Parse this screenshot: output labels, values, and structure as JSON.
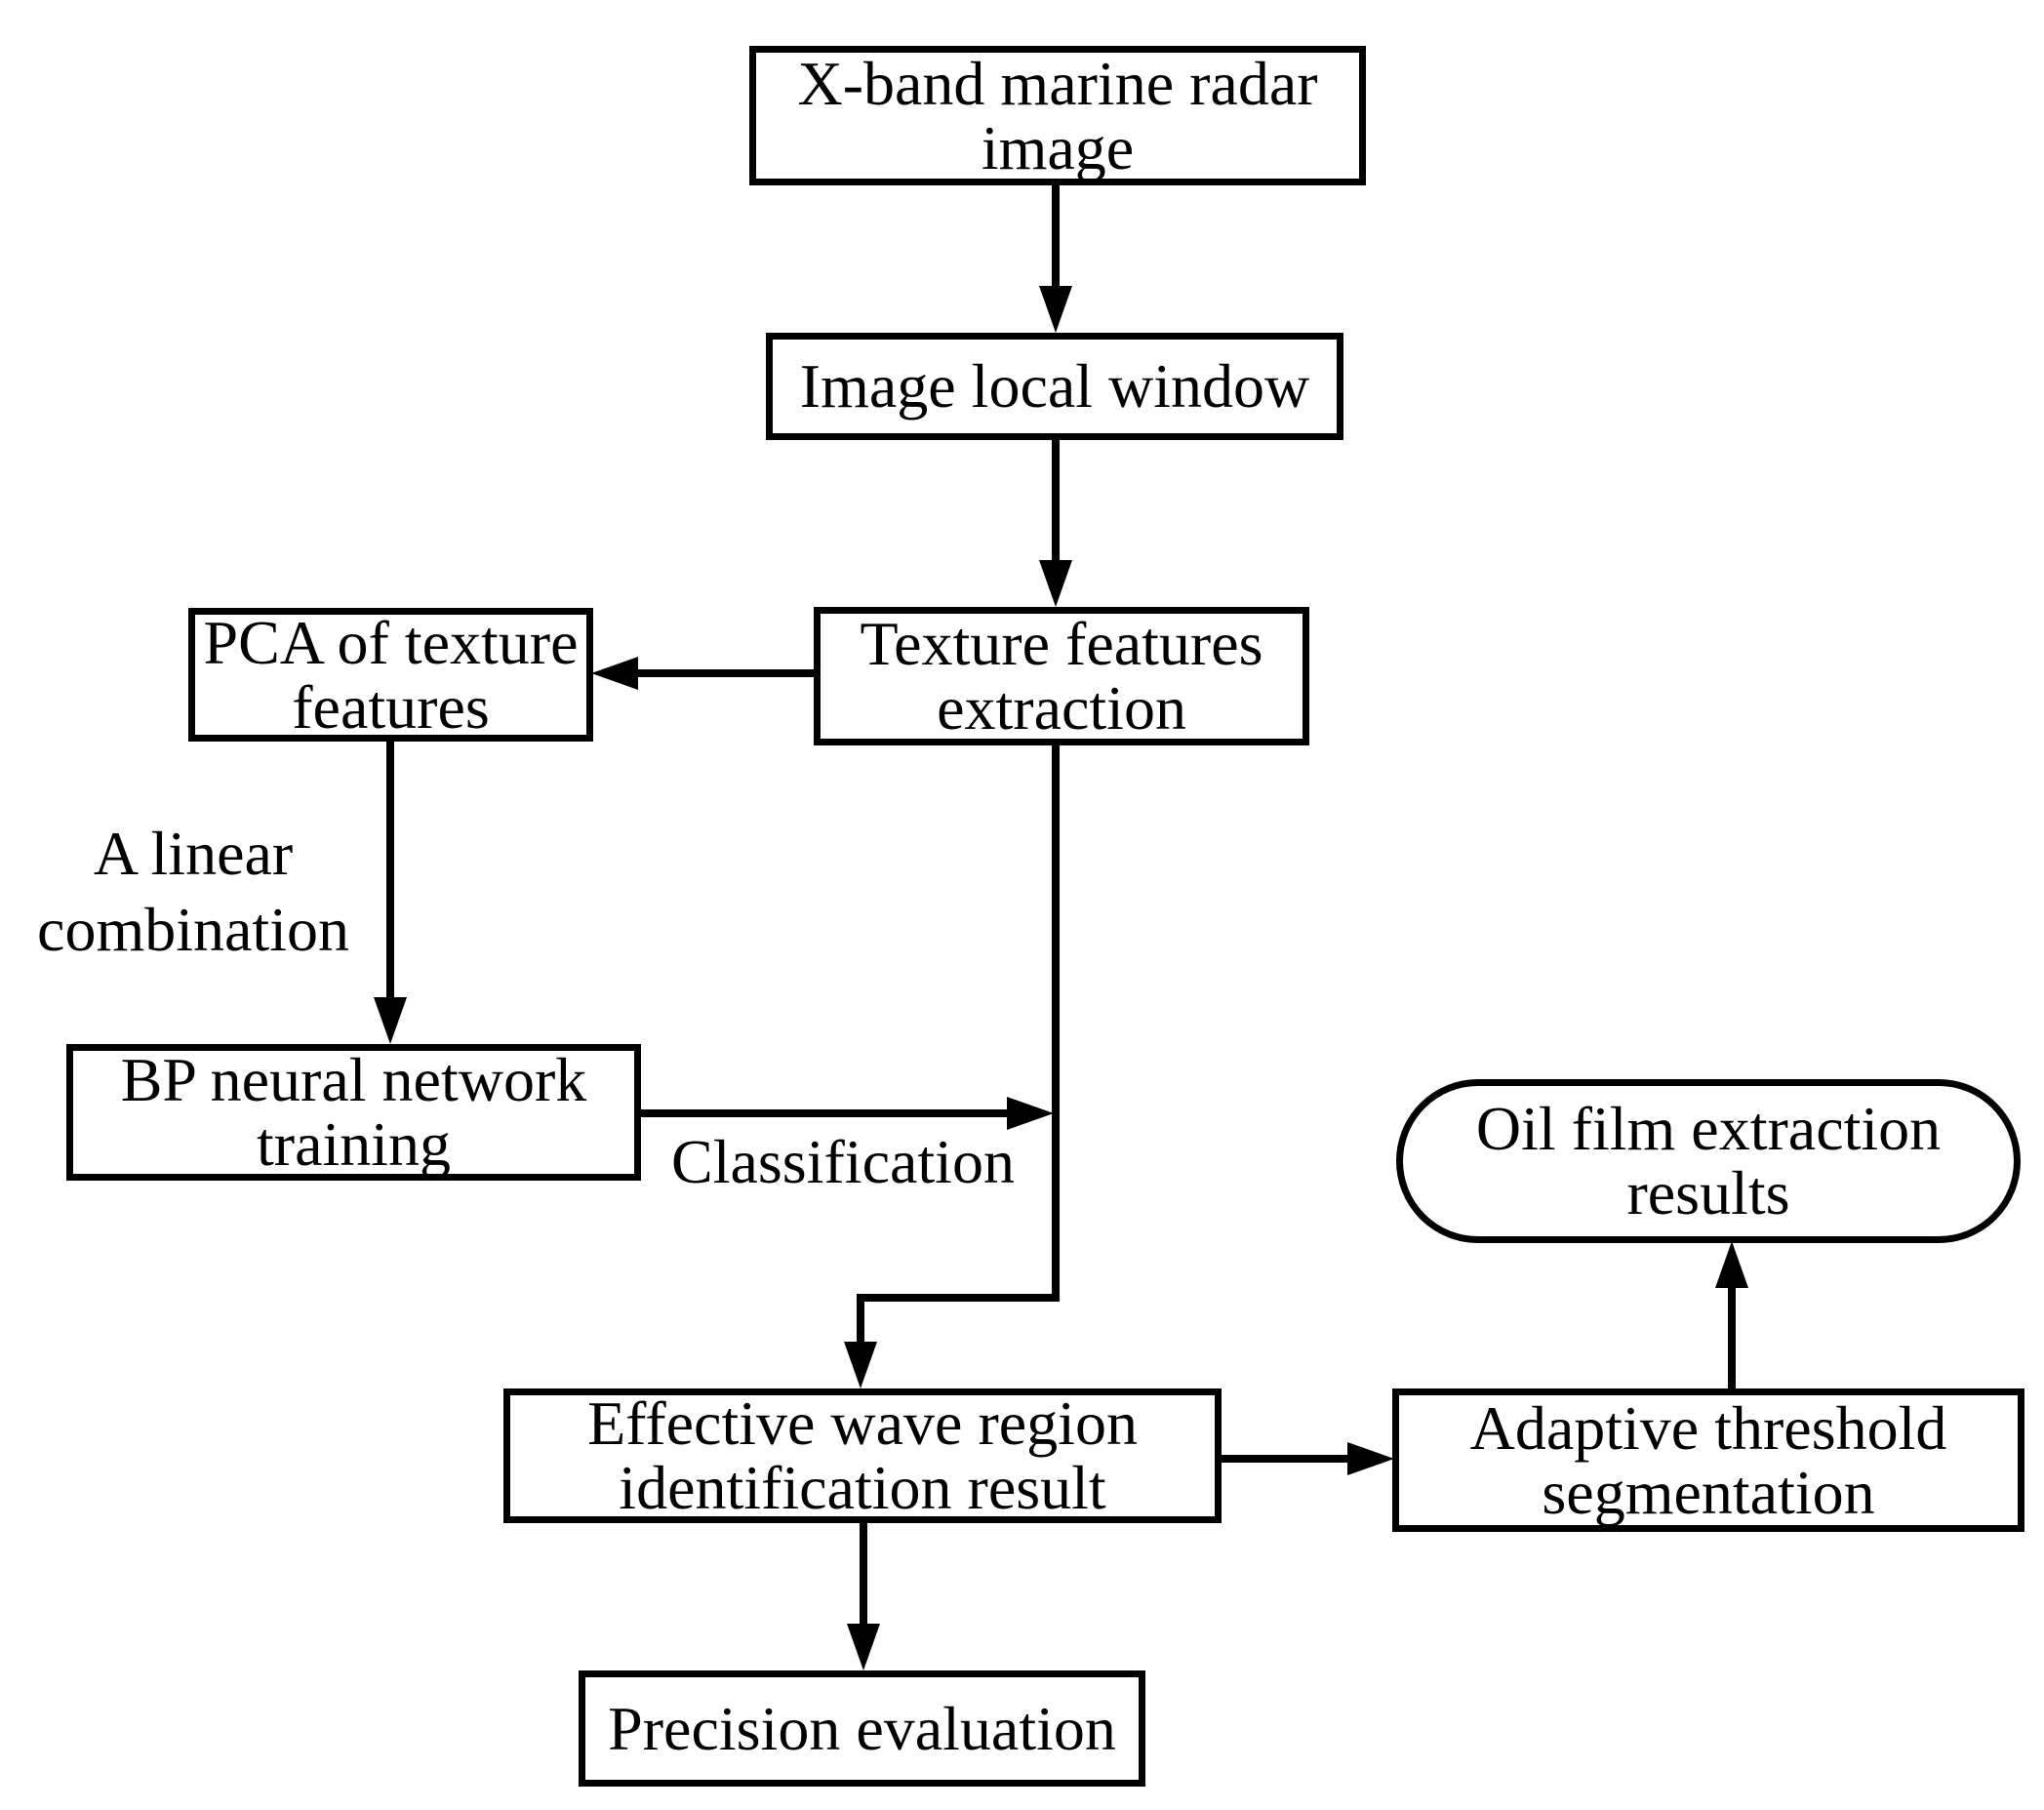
{
  "diagram": {
    "title": "X-band marine radar oil film extraction flowchart",
    "colors": {
      "ink": "#000000",
      "background": "#ffffff"
    },
    "nodes": {
      "xband": {
        "shape": "rect",
        "lines": [
          "X-band marine radar",
          "image"
        ]
      },
      "window": {
        "shape": "rect",
        "lines": [
          "Image local window"
        ]
      },
      "texture": {
        "shape": "rect",
        "lines": [
          "Texture features",
          "extraction"
        ]
      },
      "pca": {
        "shape": "rect",
        "lines": [
          "PCA of texture",
          "features"
        ]
      },
      "bp": {
        "shape": "rect",
        "lines": [
          "BP neural network",
          "training"
        ]
      },
      "effective": {
        "shape": "rect",
        "lines": [
          "Effective wave region",
          "identification result"
        ]
      },
      "adaptive": {
        "shape": "rect",
        "lines": [
          "Adaptive threshold",
          "segmentation"
        ]
      },
      "precision": {
        "shape": "rect",
        "lines": [
          "Precision evaluation"
        ]
      },
      "oilfilm": {
        "shape": "stadium",
        "lines": [
          "Oil film extraction",
          "results"
        ]
      }
    },
    "edge_labels": {
      "linear_combination": {
        "lines": [
          "A linear",
          "combination"
        ]
      },
      "classification": "Classification"
    },
    "edges": [
      "xband -> window",
      "window -> texture",
      "texture -> pca",
      "pca -> bp (A linear combination)",
      "bp -> texture-descent-line (Classification)",
      "texture -> effective",
      "effective -> precision",
      "effective -> adaptive",
      "adaptive -> oilfilm"
    ]
  }
}
